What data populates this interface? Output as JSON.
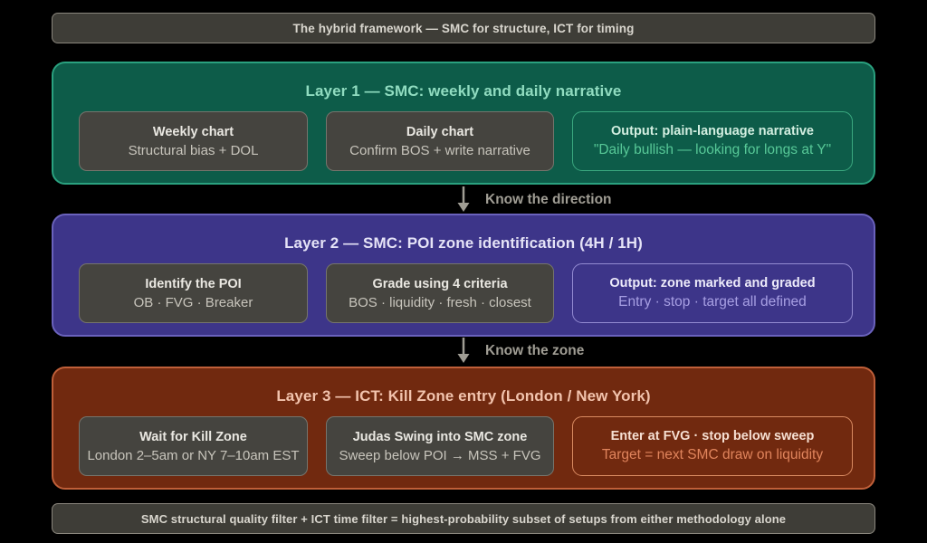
{
  "banners": {
    "top": "The hybrid framework — SMC for structure, ICT for timing",
    "bottom": "SMC structural quality filter + ICT time filter = highest-probability subset of setups from either methodology alone"
  },
  "layers": [
    {
      "title": "Layer 1 — SMC: weekly and daily narrative",
      "boxes": [
        {
          "title": "Weekly chart",
          "subtitle": "Structural bias + DOL"
        },
        {
          "title": "Daily chart",
          "subtitle": "Confirm BOS + write narrative"
        },
        {
          "title": "Output: plain-language narrative",
          "subtitle": "\"Daily bullish — looking for longs at Y\""
        }
      ]
    },
    {
      "title": "Layer 2 — SMC: POI zone identification (4H / 1H)",
      "boxes": [
        {
          "title": "Identify the POI",
          "subtitle": "OB · FVG · Breaker"
        },
        {
          "title": "Grade using 4 criteria",
          "subtitle": "BOS · liquidity · fresh · closest"
        },
        {
          "title": "Output: zone marked and graded",
          "subtitle": "Entry · stop · target all defined"
        }
      ]
    },
    {
      "title": "Layer 3 — ICT: Kill Zone entry (London / New York)",
      "boxes": [
        {
          "title": "Wait for Kill Zone",
          "subtitle": "London 2–5am or NY 7–10am EST"
        },
        {
          "title": "Judas Swing into SMC zone",
          "subtitle": "Sweep below POI → MSS + FVG"
        },
        {
          "title": "Enter at FVG · stop below sweep",
          "subtitle": "Target = next SMC draw on liquidity"
        }
      ]
    }
  ],
  "arrows": [
    {
      "label": "Know the direction"
    },
    {
      "label": "Know the zone"
    }
  ],
  "colors": {
    "background": "#000000",
    "banner_bg": "#3e3d37",
    "banner_border": "#8a867d",
    "banner_text": "#d9d6ce",
    "layer1_bg": "#0d5c49",
    "layer1_border": "#2aa17f",
    "layer1_title": "#90dcc0",
    "layer1_output_accent": "#57c897",
    "layer2_bg": "#3d3589",
    "layer2_border": "#6a62bc",
    "layer2_title": "#e5e3f7",
    "layer2_output_accent": "#a79fe3",
    "layer3_bg": "#71290f",
    "layer3_border": "#bf5f39",
    "layer3_title": "#f2c3ad",
    "layer3_output_accent": "#e0845c",
    "card_bg": "#45443f",
    "card_border": "#75746c",
    "arrow": "#a09d94"
  }
}
